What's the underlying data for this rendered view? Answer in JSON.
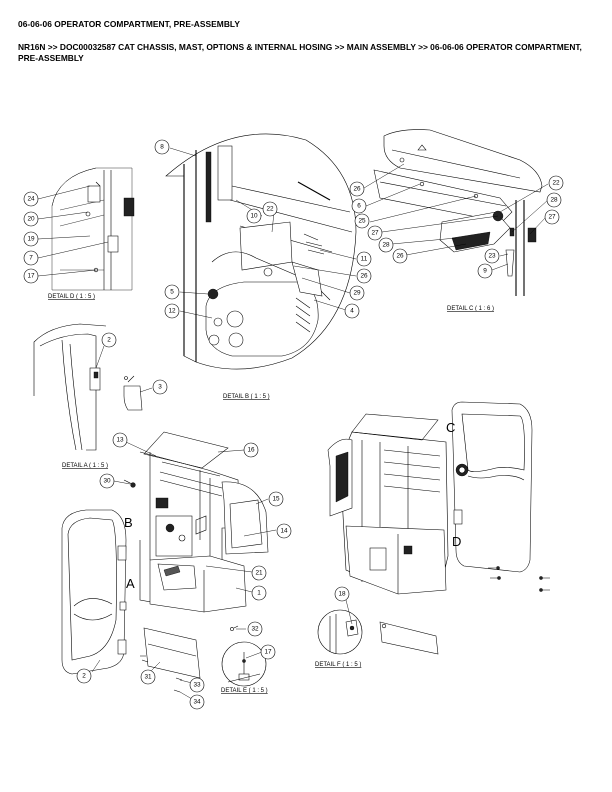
{
  "header": {
    "title": "06-06-06 OPERATOR COMPARTMENT, PRE-ASSEMBLY",
    "breadcrumb": "NR16N >> DOC00032587 CAT CHASSIS, MAST, OPTIONS & INTERNAL HOSING >> MAIN ASSEMBLY >> 06-06-06 OPERATOR COMPARTMENT, PRE-ASSEMBLY"
  },
  "details": {
    "a": "DETAIL A  ( 1 : 5 )",
    "b": "DETAIL B  ( 1 : 5 )",
    "c": "DETAIL C  ( 1 : 6 )",
    "d": "DETAIL D  ( 1 : 5 )",
    "e": "DETAIL E  ( 1 : 5 )",
    "f": "DETAIL F  ( 1 : 5 )"
  },
  "view_letters": {
    "a": "A",
    "b": "B",
    "c": "C",
    "d": "D"
  },
  "callouts": {
    "c8": "8",
    "c10": "10",
    "c22b": "22",
    "c11": "11",
    "c26b": "26",
    "c29": "29",
    "c4": "4",
    "c5": "5",
    "c12": "12",
    "c24": "24",
    "c20": "20",
    "c19": "19",
    "c7": "7",
    "c17d": "17",
    "c26c1": "26",
    "c6": "6",
    "c25": "25",
    "c27c1": "27",
    "c28c1": "28",
    "c26c2": "26",
    "c22c": "22",
    "c28c2": "28",
    "c27c2": "27",
    "c23": "23",
    "c9": "9",
    "c2a": "2",
    "c3": "3",
    "c13": "13",
    "c16": "16",
    "c30": "30",
    "c15": "15",
    "c14": "14",
    "c21": "21",
    "c1": "1",
    "c2m": "2",
    "c31": "31",
    "c32": "32",
    "c17e": "17",
    "c33": "33",
    "c34": "34",
    "c18": "18"
  }
}
